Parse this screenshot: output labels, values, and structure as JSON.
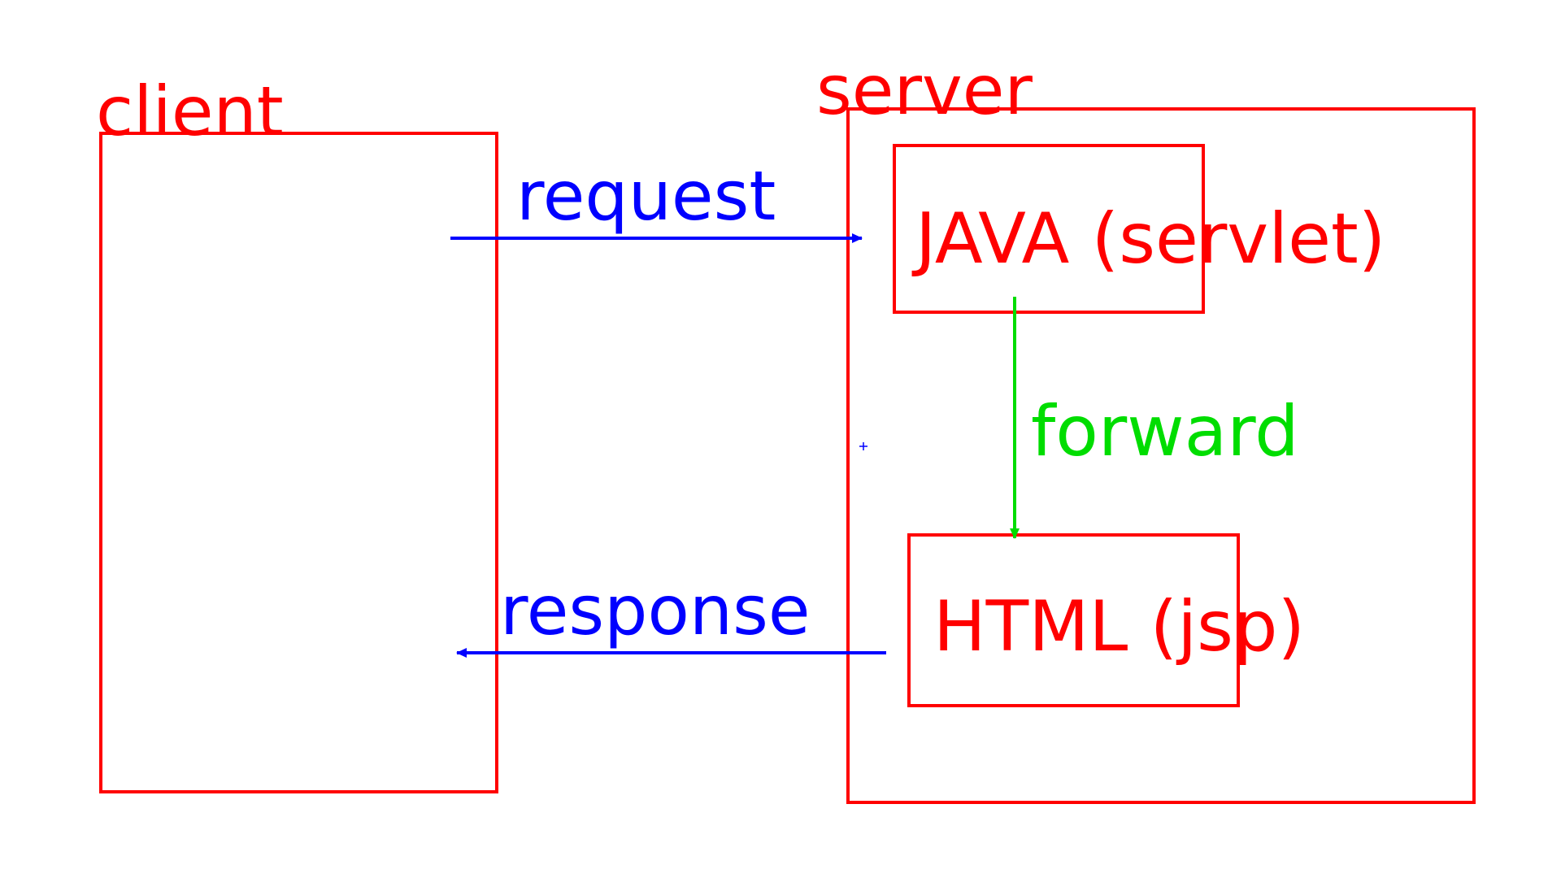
{
  "colors": {
    "box": "#ff0000",
    "http_arrow": "#0000ff",
    "forward_arrow": "#00dd00",
    "background": "#ffffff"
  },
  "labels": {
    "client": "client",
    "server": "server",
    "java": "JAVA (servlet)",
    "html": "HTML (jsp)",
    "request": "request",
    "forward": "forward",
    "response": "response"
  }
}
